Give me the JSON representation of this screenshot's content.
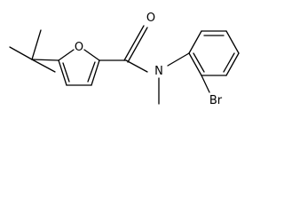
{
  "structure": {
    "atoms": {
      "oxygen_ring": "O",
      "oxygen_carbonyl": "O",
      "nitrogen": "N",
      "bromine": "Br"
    }
  },
  "colors": {
    "bond": "#000000",
    "label": "#000000",
    "background": "#ffffff"
  }
}
